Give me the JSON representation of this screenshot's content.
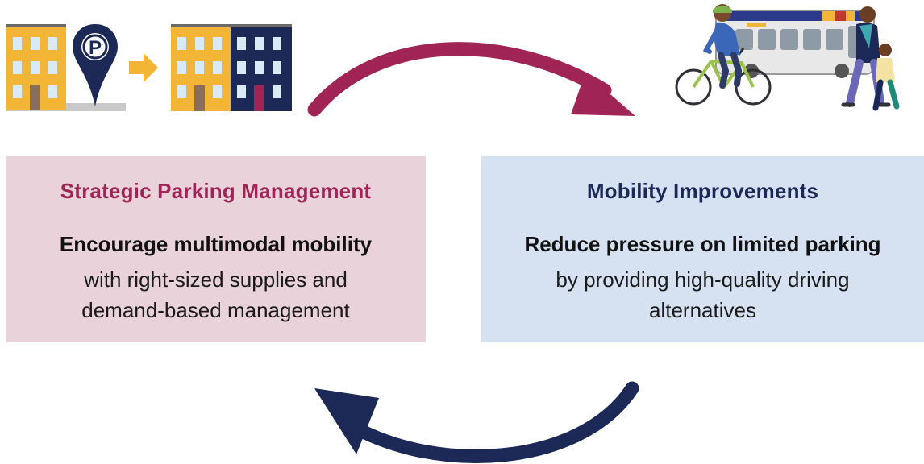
{
  "colors": {
    "parking_accent": "#a02556",
    "mobility_accent": "#1c2855",
    "parking_panel": "#e9d2da",
    "mobility_panel": "#d6e1f2",
    "building_yellow": "#f2b535",
    "building_navy": "#1c2855",
    "arrow_orange": "#f2b535"
  },
  "icons": {
    "left_illustration": [
      "building-icon",
      "parking-pin-icon",
      "arrow-right-icon",
      "building-icon",
      "building-icon"
    ],
    "right_illustration": [
      "bus-icon",
      "cyclist-icon",
      "pedestrian-adult-icon",
      "pedestrian-child-icon"
    ],
    "cycle_arrows": [
      "curved-arrow-right-icon",
      "curved-arrow-left-icon"
    ]
  },
  "parking_panel": {
    "title": "Strategic Parking Management",
    "lead": "Encourage multimodal mobility",
    "body_lines": [
      "with right-sized supplies and",
      "demand-based management"
    ]
  },
  "mobility_panel": {
    "title": "Mobility Improvements",
    "lead": "Reduce pressure on limited parking",
    "body_lines": [
      "by providing high-quality driving",
      "alternatives"
    ]
  },
  "parking_sign_letter": "P"
}
